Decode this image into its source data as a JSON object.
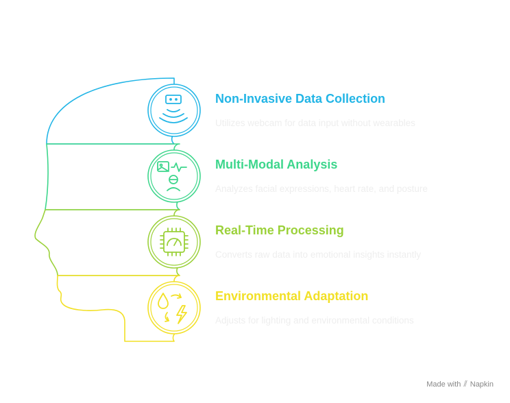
{
  "items": [
    {
      "title": "Non-Invasive Data Collection",
      "description": "Utilizes webcam for data input without wearables",
      "color": "#22b5e6",
      "icon": "webcam-signal-icon"
    },
    {
      "title": "Multi-Modal Analysis",
      "description": "Analyzes facial expressions, heart rate, and posture",
      "color": "#3dd68c",
      "icon": "image-heartbeat-face-icon"
    },
    {
      "title": "Real-Time Processing",
      "description": "Converts raw data into emotional insights instantly",
      "color": "#9bd13a",
      "icon": "chip-gauge-icon"
    },
    {
      "title": "Environmental Adaptation",
      "description": "Adjusts for lighting and environmental conditions",
      "color": "#f2e026",
      "icon": "drop-cycle-bolt-icon"
    }
  ],
  "footer": {
    "made_with": "Made with",
    "brand": "Napkin"
  }
}
